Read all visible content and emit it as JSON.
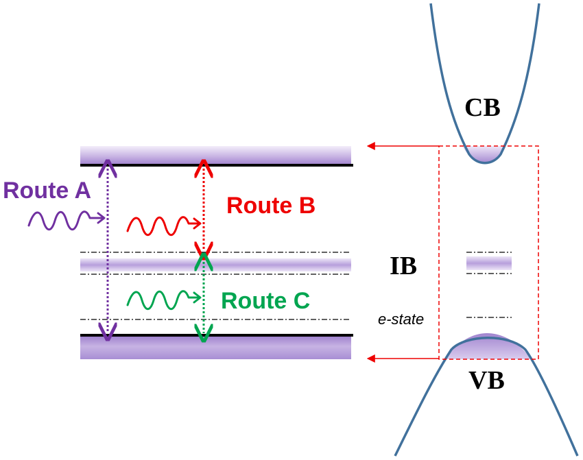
{
  "labels": {
    "route_a": "Route A",
    "route_b": "Route B",
    "route_c": "Route C",
    "cb": "CB",
    "vb": "VB",
    "ib": "IB",
    "e_state": "e-state"
  },
  "colors": {
    "route_a": "#7030a0",
    "route_b": "#ee0000",
    "route_c": "#00a550",
    "band_fill": "#a98fd0",
    "curve": "#41719c",
    "box": "#ee0000",
    "line": "#000000"
  }
}
